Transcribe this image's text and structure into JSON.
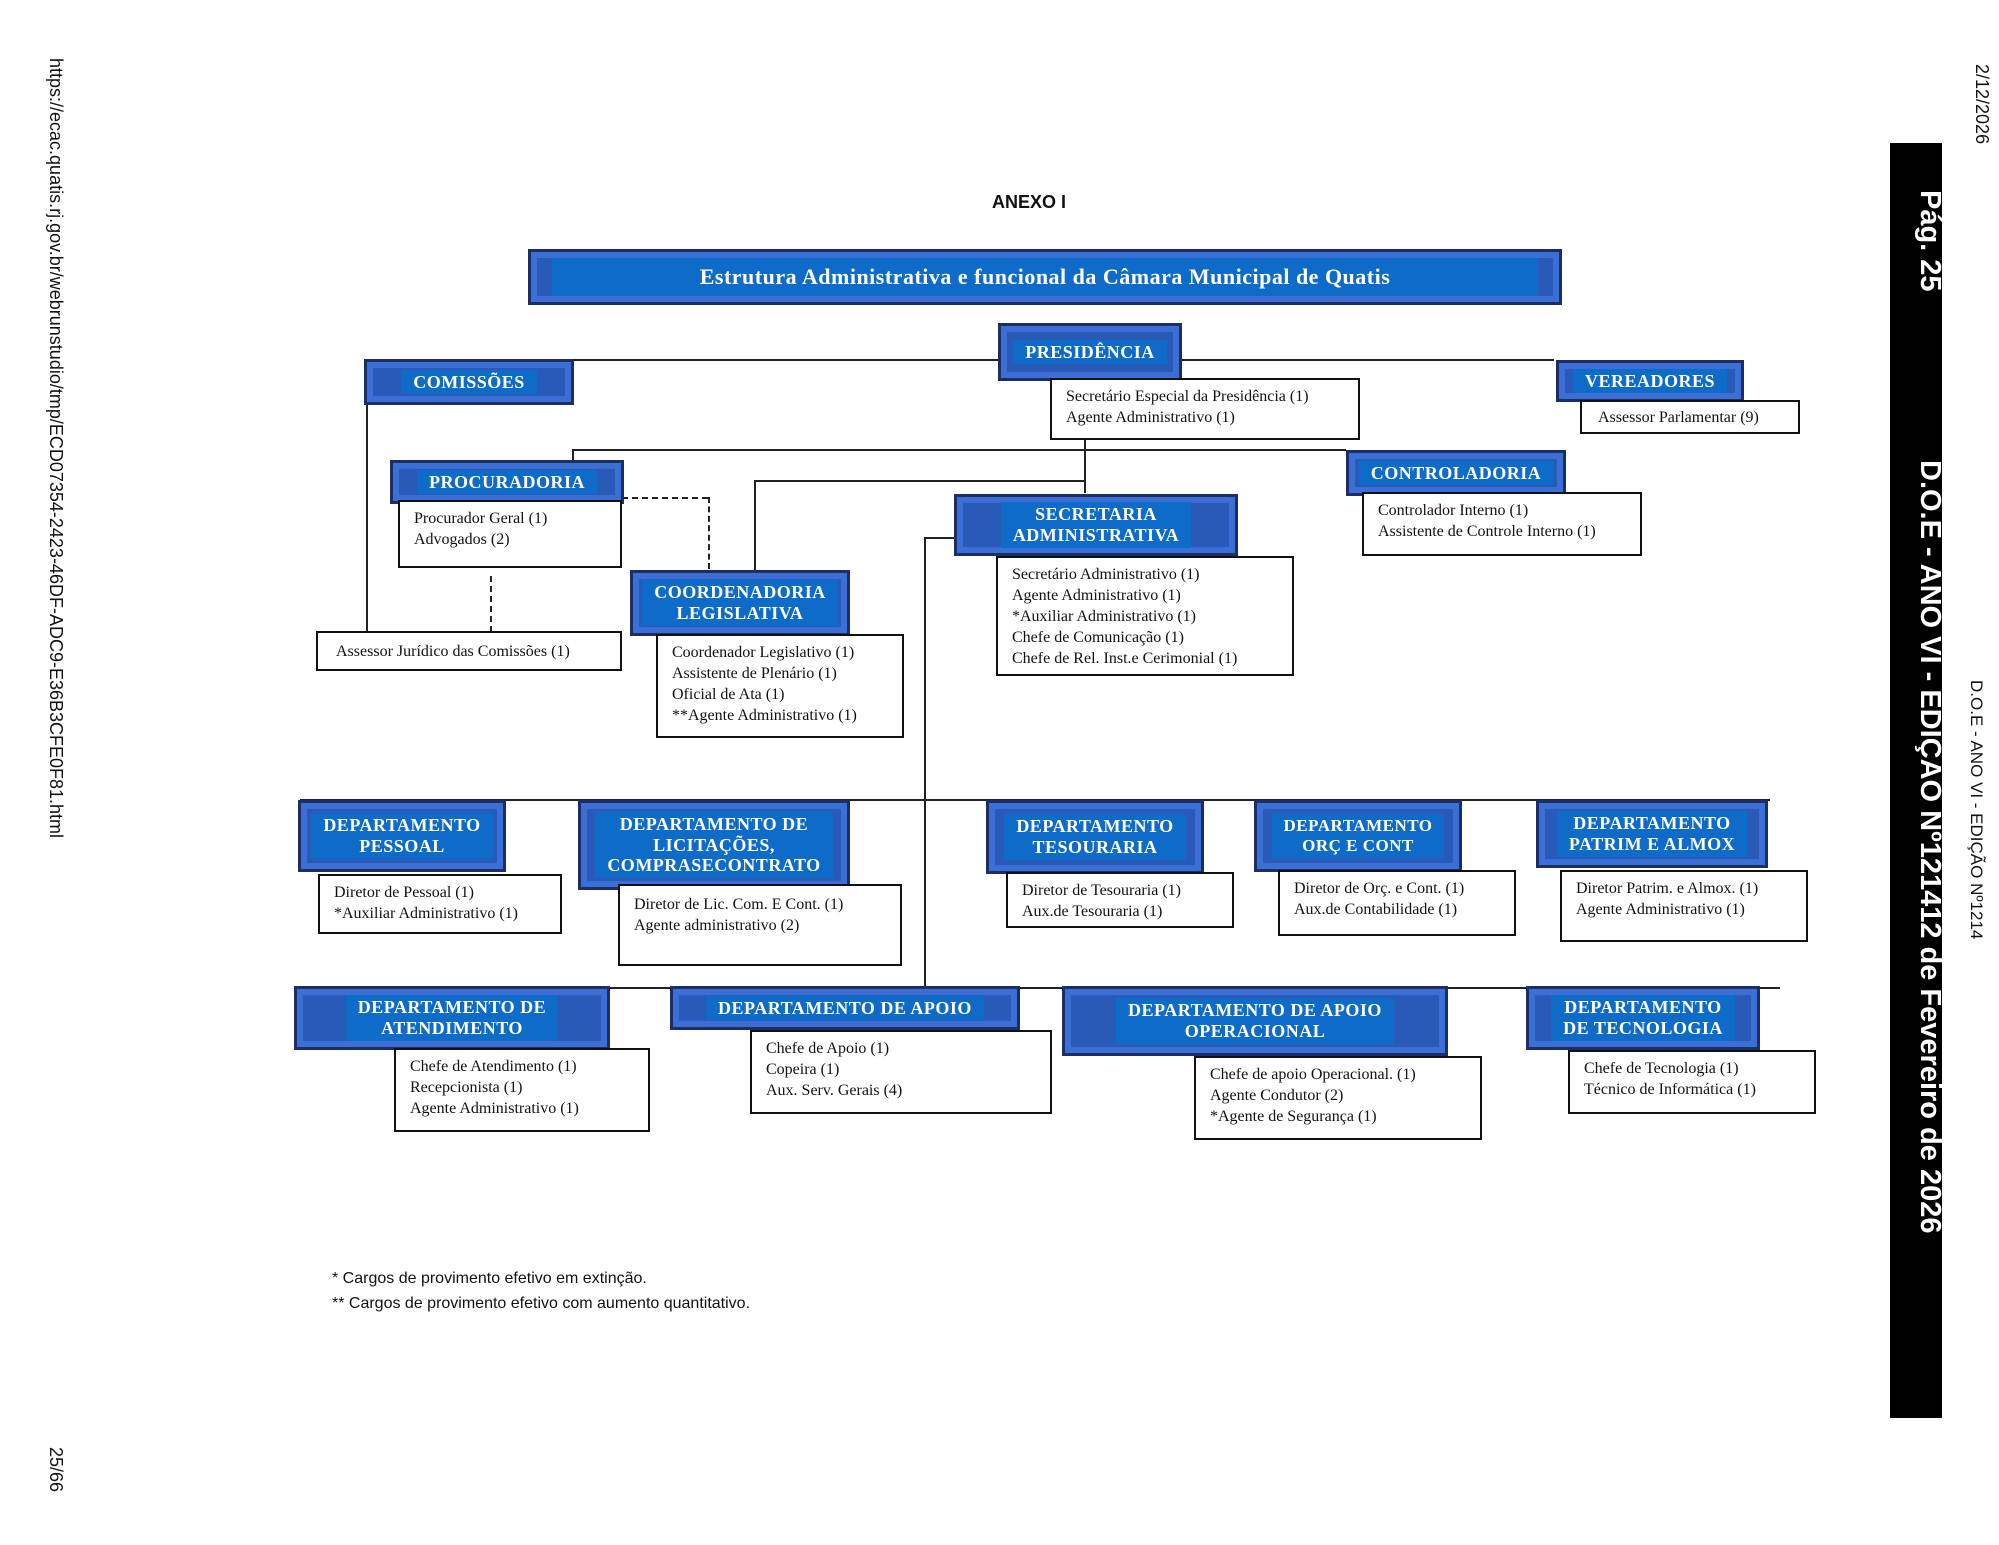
{
  "page": {
    "date": "2/12/2026",
    "url": "https://ecac.quatis.rj.gov.br/webrunstudio/tmp/ECD07354-2423-46DF-ADC9-E36B3CFE0F81.html",
    "page_counter": "25/66",
    "side_small": "D.O.E - ANO VI - EDIÇÃO Nº1214",
    "side_bar_page": "Pág. 25",
    "side_bar_title": "D.O.E - ANO VI - EDIÇÃO Nº121412 de Fevereiro de 2026"
  },
  "annex": "ANEXO I",
  "chart_title": "Estrutura Administrativa e funcional da Câmara Municipal de Quatis",
  "units": {
    "presidencia": {
      "title": "PRESIDÊNCIA",
      "staff": "Secretário Especial da Presidência (1)\nAgente Administrativo (1)"
    },
    "comissoes": {
      "title": "COMISSÕES",
      "staff": "Assessor Jurídico das Comissões (1)"
    },
    "vereadores": {
      "title": "VEREADORES",
      "staff": "Assessor Parlamentar (9)"
    },
    "procuradoria": {
      "title": "PROCURADORIA",
      "staff": "Procurador Geral (1)\nAdvogados (2)"
    },
    "controladoria": {
      "title": "CONTROLADORIA",
      "staff": "Controlador Interno (1)\nAssistente de Controle Interno (1)"
    },
    "secretaria": {
      "title": "SECRETARIA\nADMINISTRATIVA",
      "staff": "Secretário Administrativo (1)\nAgente Administrativo (1)\n*Auxiliar Administrativo (1)\nChefe de Comunicação (1)\nChefe de Rel. Inst.e Cerimonial (1)"
    },
    "coordenadoria": {
      "title": "COORDENADORIA\nLEGISLATIVA",
      "staff": "Coordenador Legislativo (1)\nAssistente de Plenário (1)\nOficial de Ata (1)\n**Agente Administrativo (1)"
    },
    "dep_pessoal": {
      "title": "DEPARTAMENTO\nPESSOAL",
      "staff": "Diretor de Pessoal (1)\n*Auxiliar Administrativo (1)"
    },
    "dep_licitacoes": {
      "title": "DEPARTAMENTO DE\nLICITAÇÕES,\nCOMPRASECONTRATO",
      "staff": "Diretor de Lic. Com. E Cont. (1)\nAgente administrativo (2)"
    },
    "dep_tesouraria": {
      "title": "DEPARTAMENTO\nTESOURARIA",
      "staff": "Diretor de Tesouraria (1)\nAux.de Tesouraria (1)"
    },
    "dep_orc": {
      "title": "DEPARTAMENTO\nORÇ E CONT",
      "staff": "Diretor de Orç. e Cont. (1)\nAux.de Contabilidade (1)"
    },
    "dep_patrim": {
      "title": "DEPARTAMENTO\nPATRIM E ALMOX",
      "staff": "Diretor Patrim. e Almox. (1)\nAgente Administrativo (1)"
    },
    "dep_atendimento": {
      "title": "DEPARTAMENTO DE\nATENDIMENTO",
      "staff": "Chefe de Atendimento (1)\nRecepcionista (1)\nAgente Administrativo (1)"
    },
    "dep_apoio": {
      "title": "DEPARTAMENTO DE APOIO",
      "staff": "Chefe de Apoio (1)\nCopeira (1)\nAux. Serv. Gerais (4)"
    },
    "dep_apoio_op": {
      "title": "DEPARTAMENTO DE APOIO\nOPERACIONAL",
      "staff": "Chefe de apoio Operacional. (1)\nAgente Condutor (2)\n*Agente de Segurança (1)"
    },
    "dep_tecnologia": {
      "title": "DEPARTAMENTO\nDE TECNOLOGIA",
      "staff": "Chefe de Tecnologia (1)\nTécnico de Informática (1)"
    }
  },
  "footnotes": {
    "one": "* Cargos de provimento efetivo em extinção.",
    "two": "** Cargos de provimento efetivo com aumento quantitativo."
  },
  "colors": {
    "header_blue": "#0e6bc7",
    "header_frame": "#2a5ab8"
  }
}
